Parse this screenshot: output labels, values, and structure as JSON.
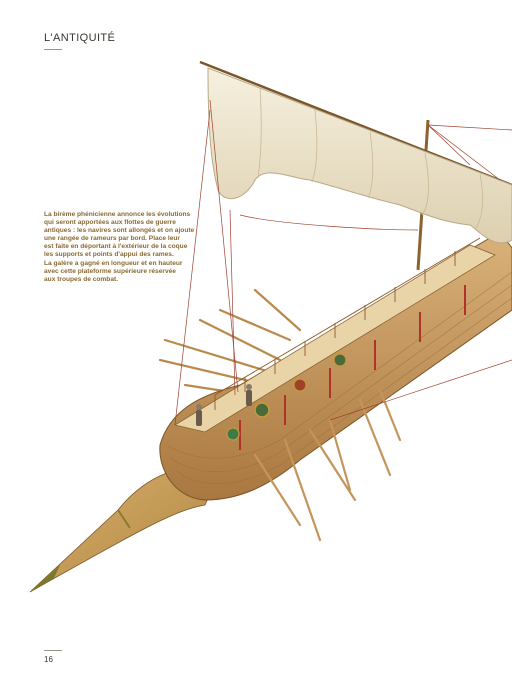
{
  "header": {
    "title": "L'ANTIQUITÉ"
  },
  "caption": {
    "lines": [
      "La birème phénicienne annonce les évolutions",
      "qui seront apportées aux flottes de guerre",
      "antiques : les navires sont allongés et on ajoute",
      "une rangée de rameurs par bord. Place leur",
      "est faite en déportant à l'extérieur de la coque",
      "les supports et points d'appui des rames.",
      "La galère a gagné en longueur et en hauteur",
      "avec cette plateforme supérieure réservée",
      "aux troupes de combat."
    ]
  },
  "page": {
    "number": "16"
  },
  "colors": {
    "caption": "#8a6a32",
    "hull": "#c79a5c",
    "sail": "#efe6d0"
  }
}
